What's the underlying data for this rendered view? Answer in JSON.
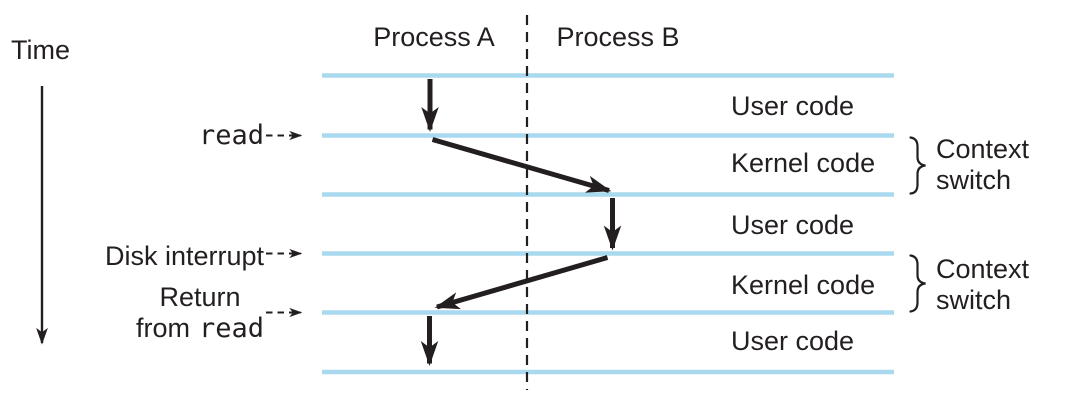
{
  "colors": {
    "timeline": "#a8d9ee",
    "ink": "#231f20"
  },
  "diagram": {
    "time_label": "Time",
    "process_a": "Process A",
    "process_b": "Process B",
    "events": {
      "read": "read",
      "disk_interrupt": "Disk interrupt",
      "return_line1": "Return",
      "return_line2_prefix": "from",
      "return_line2_code": "read"
    },
    "bands": [
      "User code",
      "Kernel code",
      "User code",
      "Kernel code",
      "User code"
    ],
    "context_switches": [
      {
        "line1": "Context",
        "line2": "switch"
      },
      {
        "line1": "Context",
        "line2": "switch"
      }
    ]
  }
}
